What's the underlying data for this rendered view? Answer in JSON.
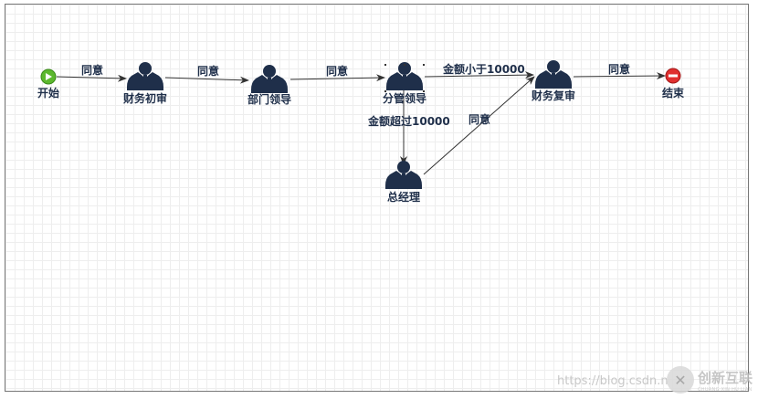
{
  "nodes": {
    "start": {
      "label": "开始"
    },
    "finance_initial": {
      "label": "财务初审"
    },
    "dept_leader": {
      "label": "部门领导"
    },
    "branch_leader": {
      "label": "分管领导"
    },
    "finance_review": {
      "label": "财务复审"
    },
    "end": {
      "label": "结束"
    },
    "general_manager": {
      "label": "总经理"
    }
  },
  "edges": {
    "start_to_finance": "同意",
    "finance_to_dept": "同意",
    "dept_to_branch": "同意",
    "branch_to_review": "金额小于10000",
    "review_to_end": "同意",
    "branch_to_gm": "金额超过10000",
    "gm_to_review": "同意"
  },
  "watermark": {
    "url": "https://blog.csdn.n",
    "logo_cn": "创新互联",
    "logo_en": "CHUANG XIN HU LIAN"
  },
  "colors": {
    "person": "#1f2f4a",
    "start": "#5cb82e",
    "end": "#e03030",
    "line": "#333333"
  }
}
